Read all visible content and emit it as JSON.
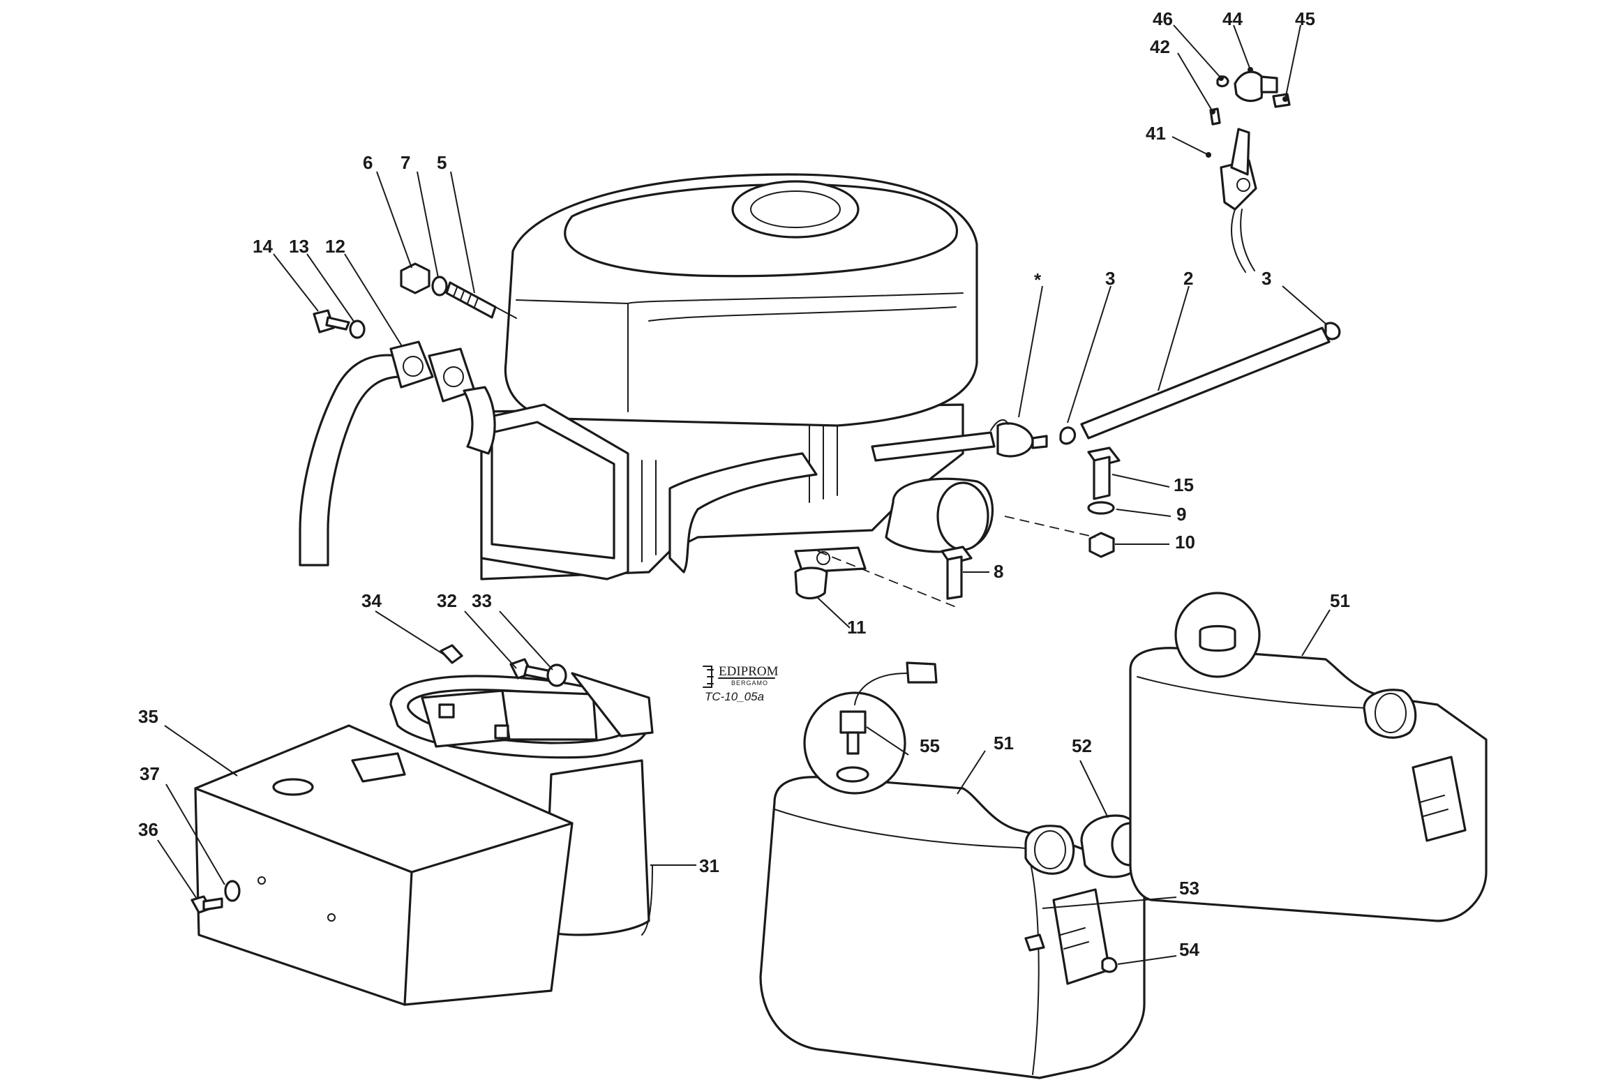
{
  "diagram": {
    "publisher": "EDIPROM",
    "publisher_city": "BERGAMO",
    "drawing_code": "TC-10_05a",
    "callouts": [
      {
        "id": "c46",
        "label": "46"
      },
      {
        "id": "c44",
        "label": "44"
      },
      {
        "id": "c45",
        "label": "45"
      },
      {
        "id": "c42",
        "label": "42"
      },
      {
        "id": "c41",
        "label": "41"
      },
      {
        "id": "c6",
        "label": "6"
      },
      {
        "id": "c7",
        "label": "7"
      },
      {
        "id": "c5",
        "label": "5"
      },
      {
        "id": "c14",
        "label": "14"
      },
      {
        "id": "c13",
        "label": "13"
      },
      {
        "id": "c12",
        "label": "12"
      },
      {
        "id": "cstar",
        "label": "*"
      },
      {
        "id": "c3a",
        "label": "3"
      },
      {
        "id": "c2",
        "label": "2"
      },
      {
        "id": "c3b",
        "label": "3"
      },
      {
        "id": "c15",
        "label": "15"
      },
      {
        "id": "c9",
        "label": "9"
      },
      {
        "id": "c10",
        "label": "10"
      },
      {
        "id": "c8",
        "label": "8"
      },
      {
        "id": "c11",
        "label": "11"
      },
      {
        "id": "c34",
        "label": "34"
      },
      {
        "id": "c32",
        "label": "32"
      },
      {
        "id": "c33",
        "label": "33"
      },
      {
        "id": "c35",
        "label": "35"
      },
      {
        "id": "c37",
        "label": "37"
      },
      {
        "id": "c36",
        "label": "36"
      },
      {
        "id": "c31",
        "label": "31"
      },
      {
        "id": "c51a",
        "label": "51"
      },
      {
        "id": "c55",
        "label": "55"
      },
      {
        "id": "c51b",
        "label": "51"
      },
      {
        "id": "c52",
        "label": "52"
      },
      {
        "id": "c53",
        "label": "53"
      },
      {
        "id": "c54",
        "label": "54"
      }
    ]
  }
}
